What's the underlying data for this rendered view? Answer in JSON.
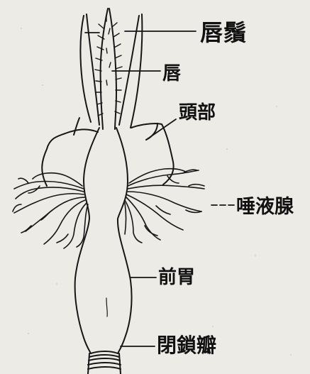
{
  "labels": {
    "palp": "唇鬚",
    "labium": "唇",
    "head": "頭部",
    "salivary_gland": "唾液腺",
    "proventriculus": "前胃",
    "valve": "閉鎖瓣"
  }
}
